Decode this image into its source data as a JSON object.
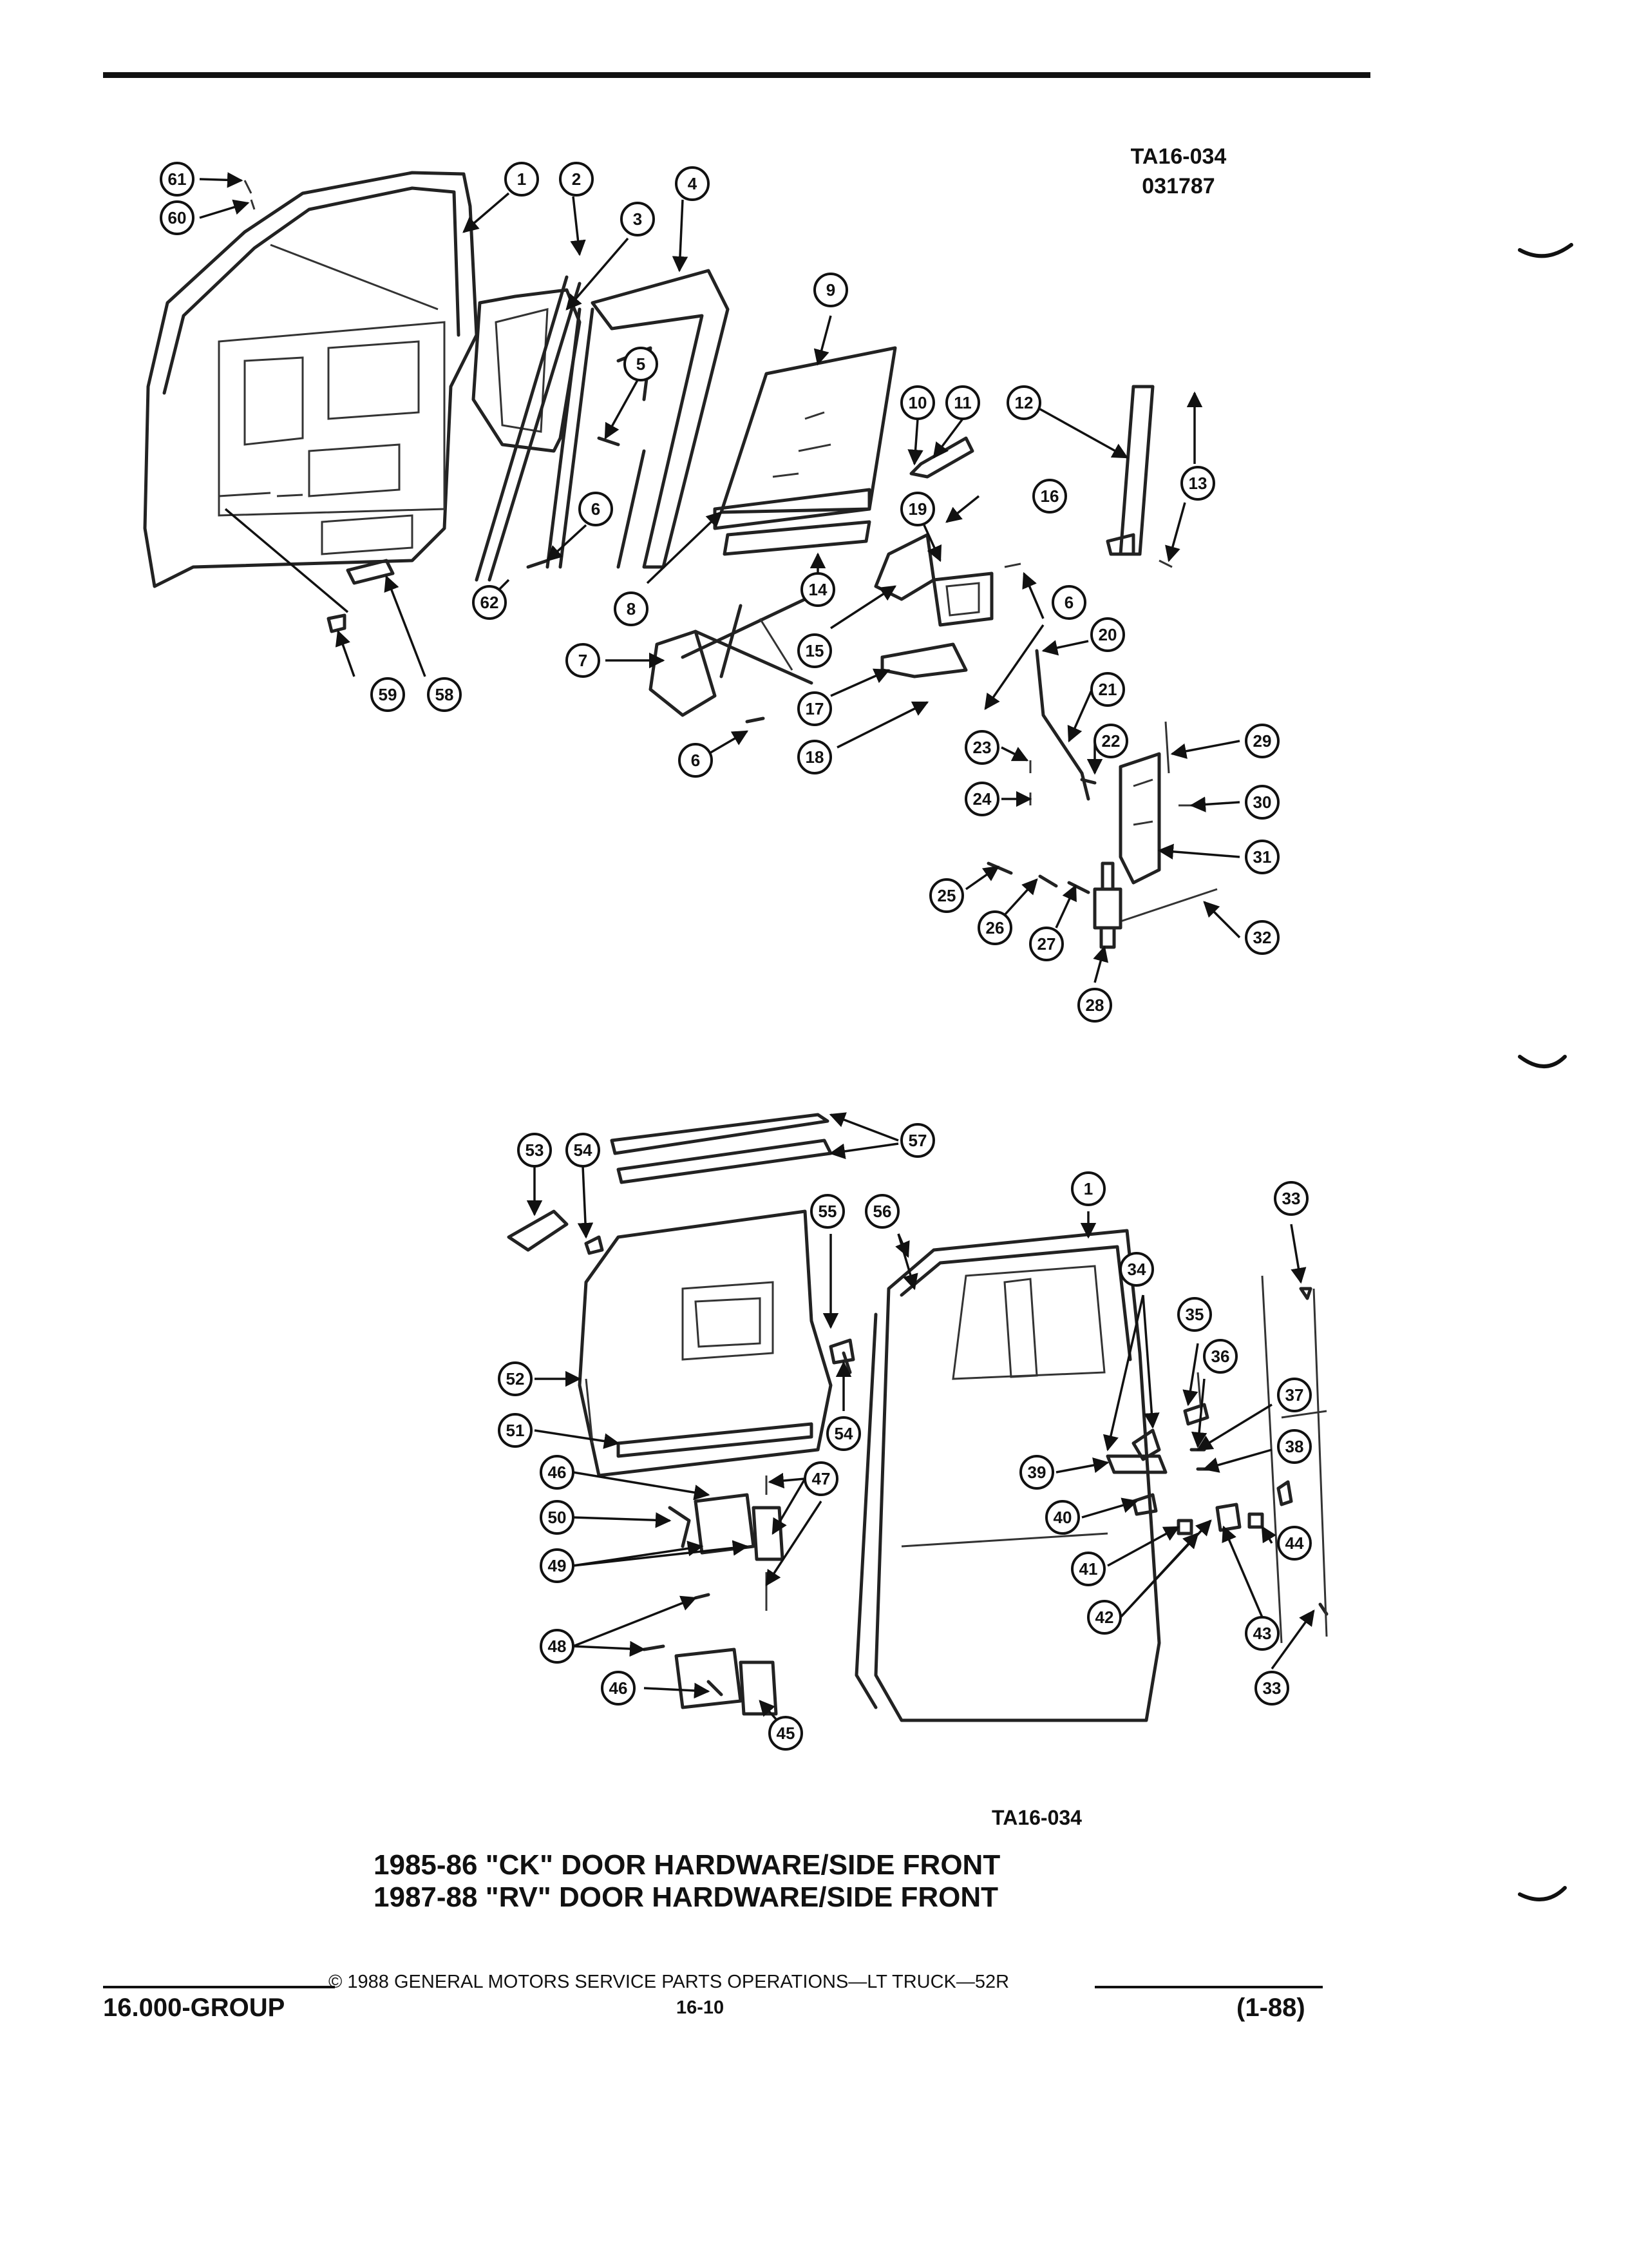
{
  "drawing": {
    "ref_code": "TA16-034",
    "ref_date": "031787",
    "ref_code_bottom": "TA16-034"
  },
  "caption": {
    "line1": "1985-86 \"CK\" DOOR HARDWARE/SIDE FRONT",
    "line2": "1987-88 \"RV\" DOOR HARDWARE/SIDE FRONT"
  },
  "footer": {
    "copyright": "© 1988 GENERAL MOTORS SERVICE PARTS OPERATIONS—LT TRUCK—52R",
    "group": "16.000-GROUP",
    "page": "16-10",
    "revision": "(1-88)"
  },
  "callouts": [
    "61",
    "60",
    "1",
    "2",
    "3",
    "4",
    "5",
    "6",
    "62",
    "8",
    "9",
    "10",
    "11",
    "12",
    "13",
    "16",
    "19",
    "14",
    "15",
    "7",
    "6",
    "17",
    "18",
    "6",
    "20",
    "21",
    "22",
    "23",
    "24",
    "29",
    "30",
    "31",
    "25",
    "26",
    "27",
    "32",
    "28",
    "59",
    "58",
    "57",
    "53",
    "54",
    "55",
    "56",
    "1",
    "33",
    "34",
    "35",
    "36",
    "37",
    "38",
    "39",
    "40",
    "41",
    "42",
    "43",
    "44",
    "33",
    "52",
    "51",
    "54",
    "46",
    "47",
    "50",
    "49",
    "48",
    "46",
    "45"
  ]
}
